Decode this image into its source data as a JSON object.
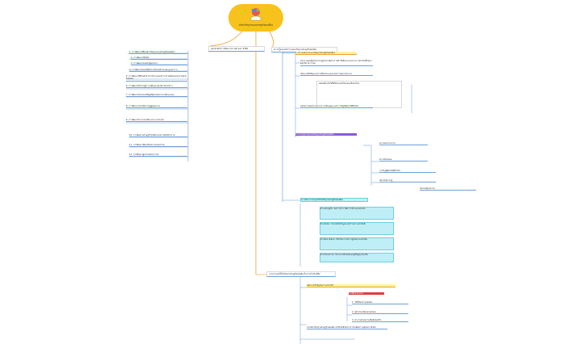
{
  "root": {
    "title": "หลักปรัชญาของเศรษฐกิจพอเพียง",
    "icon": "tree-hands-icon"
  },
  "left_branch": {
    "heading": "ยุทธศาสตร์การพัฒนาประเทศ พ.ศ. 2560",
    "items": [
      "1. การพัฒนาที่ยึดหลักปรัชญาของเศรษฐกิจพอเพียง",
      "2. การพัฒนาที่ยั่งยืน",
      "3. การพัฒนาคนเป็นศูนย์กลาง",
      "4. การพัฒนาในทุกมิติอย่างเป็นองค์รวมและบูรณาการ",
      "5. การพัฒนาที่ยึดหลักธรรมาภิบาลและความร่วมมือของทุกภาคส่วนในสังคม",
      "6. การพัฒนาที่นำไปสู่การเปลี่ยนแปลงเชิงโครงสร้าง",
      "7. การพัฒนาให้ประเทศมีภูมิคุ้มกันต่อการเปลี่ยนแปลง",
      "8. การพัฒนาโดยใช้ความรู้คู่คุณธรรม",
      "9. การพัฒนาความร่วมมือระหว่างประเทศ",
      "10. การพัฒนาเศรษฐกิจให้เติบโตอย่างมีเสถียรภาพ",
      "11. การพัฒนาที่ส่งเสริมความเสมอภาค",
      "12. การพัฒนาสู่ประเทศไทย 4.0"
    ]
  },
  "right_branch": {
    "heading": "ความรู้และหลักการของปรัชญาเศรษฐกิจพอเพียง",
    "sub_heading": "1. ความเป็นมาของปรัชญาเศรษฐกิจพอเพียง",
    "blocks": [
      "พระบาทสมเด็จพระเจ้าอยู่หัวทรงมีพระราชดำรัสชี้แนะแนวทางการดำเนินชีวิตแก่พสกนิกรชาวไทย",
      "เป็นแนวคิดที่มุ่งเน้นการพึ่งพาตนเองและความพอประมาณ",
      "สอดคล้องกับวิถีชีวิตของคนไทยและสังคมไทย",
      "หลักความพอประมาณ ความมีเหตุผล และการมีภูมิคุ้มกันที่ดีในตัว"
    ],
    "purple_label": "2. ความหมายของปรัชญาเศรษฐกิจพอเพียง",
    "detail_notes": [
      "ความพอประมาณ",
      "ความมีเหตุผล",
      "การมีภูมิคุ้มกันที่ดีในตัว",
      "เงื่อนไขความรู้",
      "เงื่อนไขคุณธรรม"
    ],
    "cyan_heading": "3. หลักการประยุกต์ใช้ปรัชญาเศรษฐกิจพอเพียง",
    "cyan_notes": [
      "ด้านเศรษฐกิจ: ลดรายจ่าย เพิ่มรายได้ และออมเงิน",
      "ด้านสังคม: ช่วยเหลือเกื้อกูลและสร้างความสามัคคี",
      "ด้านสิ่งแวดล้อม: ใช้ทรัพยากรอย่างรู้คุณค่าและยั่งยืน",
      "ด้านวัฒนธรรม: รักษาเอกลักษณ์และภูมิปัญญาท้องถิ่น"
    ]
  },
  "bottom_branch": {
    "heading": "การประยุกต์ใช้ปรัชญาเศรษฐกิจพอเพียงในการดำเนินชีวิต",
    "yellow_label": "หลักการสำคัญในการนำไปใช้",
    "red_label": "การพึ่งพาตนเอง",
    "items": [
      "1. ใช้ชีวิตอย่างพอเพียง",
      "2. รู้จักประหยัดและอดออม",
      "3. ทำงานด้วยความซื่อสัตย์สุจริต"
    ],
    "footnote": "นำหลักปรัชญาเศรษฐกิจพอเพียงไปใช้ในชีวิตประจำวันเพื่อความสุขอย่างยั่งยืน"
  },
  "colors": {
    "root_fill": "#f7c21b",
    "line_orange": "#f0a030",
    "line_blue": "#4a7fd0",
    "purple": "#8a5ad6",
    "red": "#d94040",
    "cyan": "#bfeff6",
    "yellow": "#fff2a0"
  }
}
